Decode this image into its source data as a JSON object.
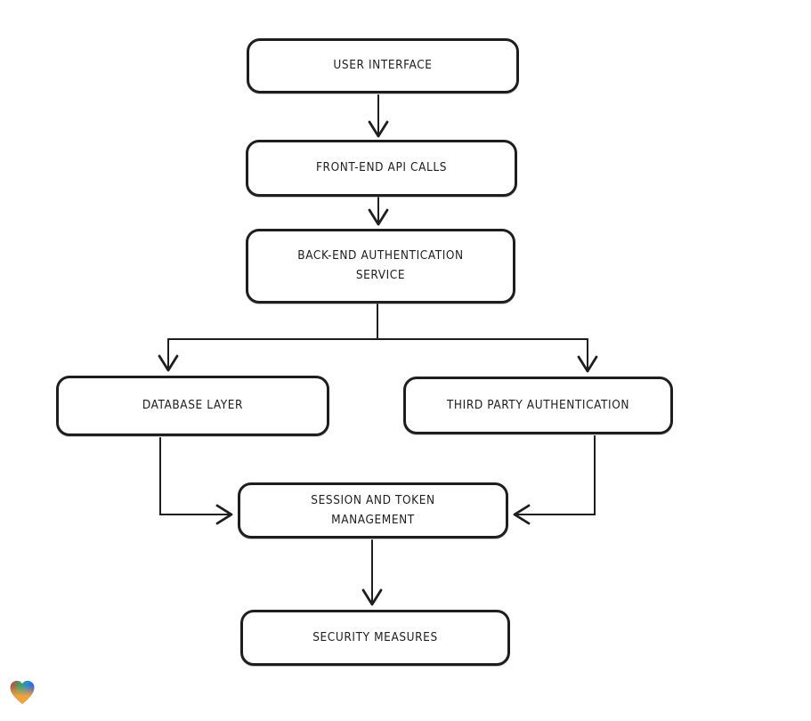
{
  "page": {
    "background": "#ffffff"
  },
  "diagram": {
    "type": "flowchart",
    "style": "hand-drawn",
    "stroke_color": "#1e1e1e",
    "node_fill": "#ffffff",
    "nodes": [
      {
        "id": "user-interface",
        "label": "USER INTERFACE"
      },
      {
        "id": "front-end-api-calls",
        "label": "FRONT-END API CALLS"
      },
      {
        "id": "back-end-authentication-service",
        "label": "BACK-END AUTHENTICATION\nSERVICE"
      },
      {
        "id": "database-layer",
        "label": "DATABASE LAYER"
      },
      {
        "id": "third-party-authentication",
        "label": "THIRD PARTY AUTHENTICATION"
      },
      {
        "id": "session-and-token-management",
        "label": "SESSION AND TOKEN\nMANAGEMENT"
      },
      {
        "id": "security-measures",
        "label": "SECURITY MEASURES"
      }
    ],
    "edges": [
      {
        "from": "USER INTERFACE",
        "to": "FRONT-END API CALLS"
      },
      {
        "from": "FRONT-END API CALLS",
        "to": "BACK-END AUTHENTICATION SERVICE"
      },
      {
        "from": "BACK-END AUTHENTICATION SERVICE",
        "to": "DATABASE LAYER"
      },
      {
        "from": "BACK-END AUTHENTICATION SERVICE",
        "to": "THIRD PARTY AUTHENTICATION"
      },
      {
        "from": "DATABASE LAYER",
        "to": "SESSION AND TOKEN MANAGEMENT"
      },
      {
        "from": "THIRD PARTY AUTHENTICATION",
        "to": "SESSION AND TOKEN MANAGEMENT"
      },
      {
        "from": "SESSION AND TOKEN MANAGEMENT",
        "to": "SECURITY MEASURES"
      }
    ],
    "logo": {
      "name": "gradient-heart",
      "colors": {
        "red": "#e23b3f",
        "green": "#2fa86b",
        "blue": "#3b5bdc",
        "orange": "#f7a239"
      }
    }
  }
}
